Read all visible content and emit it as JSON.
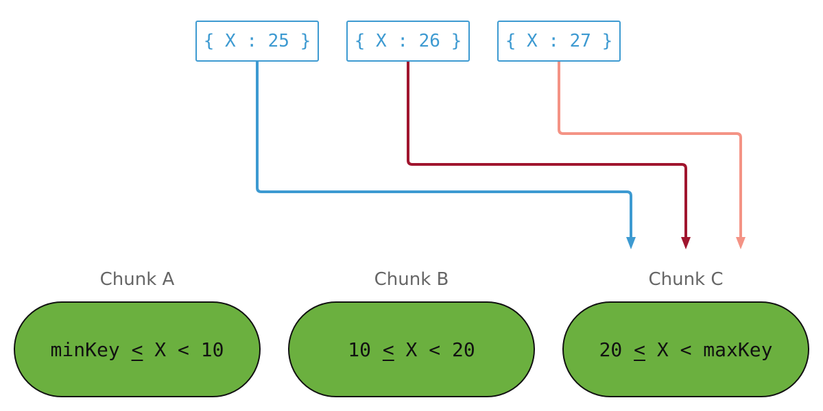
{
  "documents": [
    {
      "label": "{ X : 25 }",
      "color": "#3d9ad1"
    },
    {
      "label": "{ X : 26 }",
      "color": "#a0152e"
    },
    {
      "label": "{ X : 27 }",
      "color": "#f49385"
    }
  ],
  "chunks": [
    {
      "name": "Chunk A",
      "pre": "minKey ",
      "leq": "<",
      "post": " X < 10"
    },
    {
      "name": "Chunk B",
      "pre": "10 ",
      "leq": "<",
      "post": " X < 20"
    },
    {
      "name": "Chunk C",
      "pre": "20 ",
      "leq": "<",
      "post": " X < maxKey"
    }
  ],
  "colors": {
    "doc_border": "#3d9ad1",
    "chunk_fill": "#6bb03f",
    "chunk_label": "#666666"
  }
}
